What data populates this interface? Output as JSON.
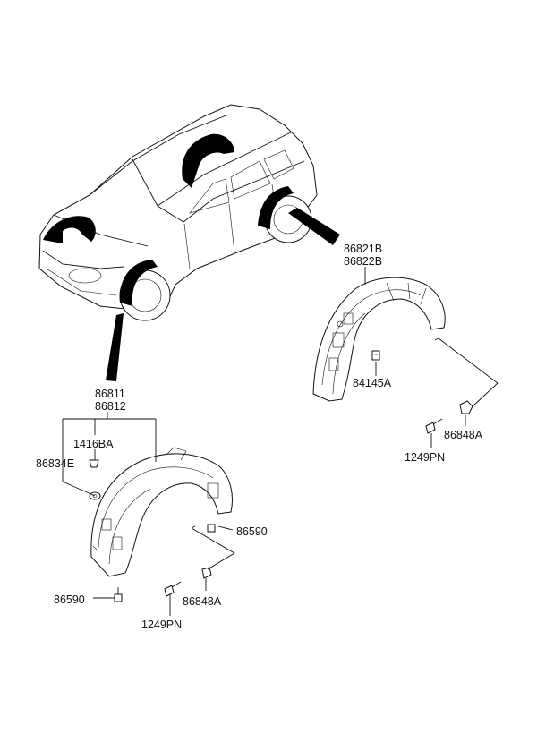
{
  "labels": {
    "rear_upper": "86821B",
    "rear_lower": "86822B",
    "rear_clip": "84145A",
    "rear_nut": "86848A",
    "rear_bolt": "1249PN",
    "front_upper": "86811",
    "front_lower": "86812",
    "front_screw": "1416BA",
    "front_grommet": "86834E",
    "front_clip_right": "86590",
    "front_clip_bottom": "86590",
    "front_nut": "86848A",
    "front_bolt": "1249PN"
  },
  "colors": {
    "line": "#111111",
    "background": "#ffffff"
  }
}
